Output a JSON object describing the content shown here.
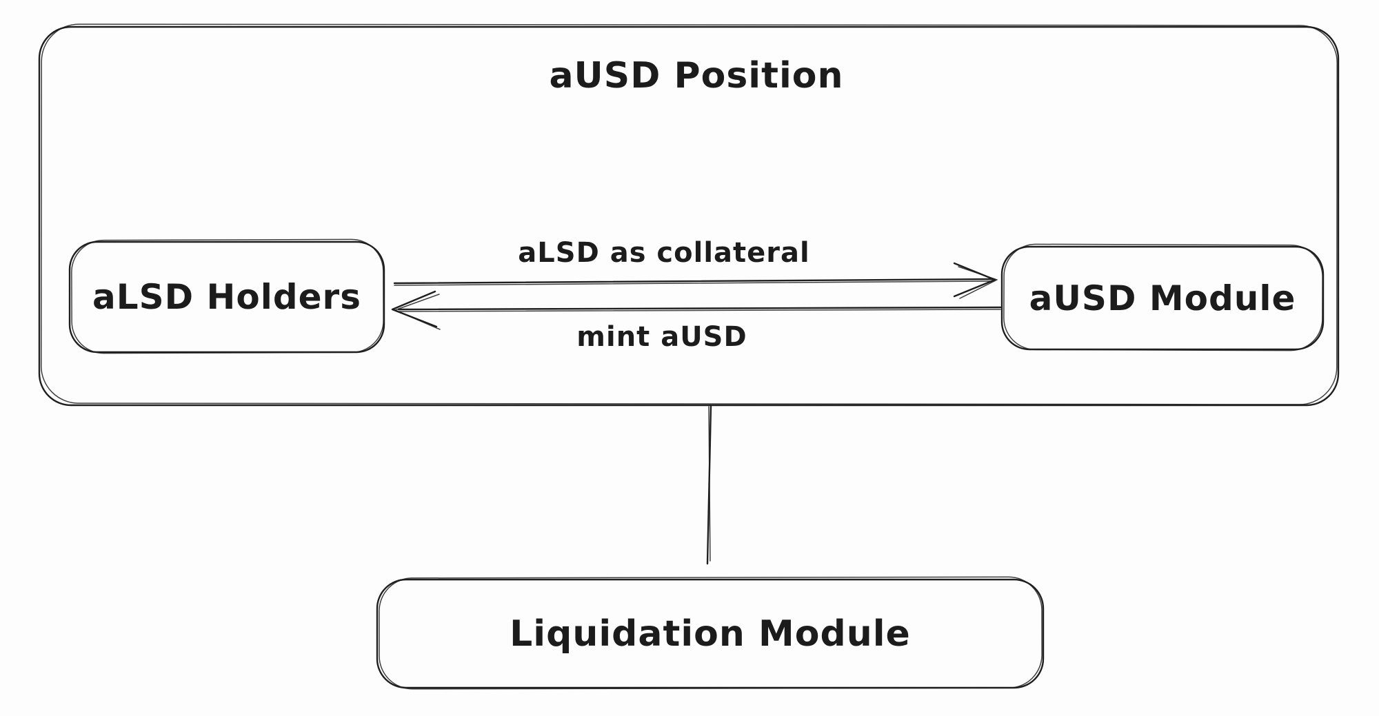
{
  "diagram": {
    "container": {
      "label": "aUSD Position"
    },
    "nodes": [
      {
        "id": "alsd-holders",
        "label": "aLSD Holders"
      },
      {
        "id": "ausd-module",
        "label": "aUSD Module"
      },
      {
        "id": "liquidation-module",
        "label": "Liquidation Module"
      }
    ],
    "edges": [
      {
        "from": "alsd-holders",
        "to": "ausd-module",
        "label": "aLSD as collateral",
        "direction": "right"
      },
      {
        "from": "ausd-module",
        "to": "alsd-holders",
        "label": "mint aUSD",
        "direction": "left"
      },
      {
        "from": "ausd-position",
        "to": "liquidation-module",
        "label": "",
        "direction": "down"
      }
    ],
    "colors": {
      "stroke": "#1e1e1e",
      "background": "#fdfdfd",
      "text": "#1c1c1c"
    }
  }
}
